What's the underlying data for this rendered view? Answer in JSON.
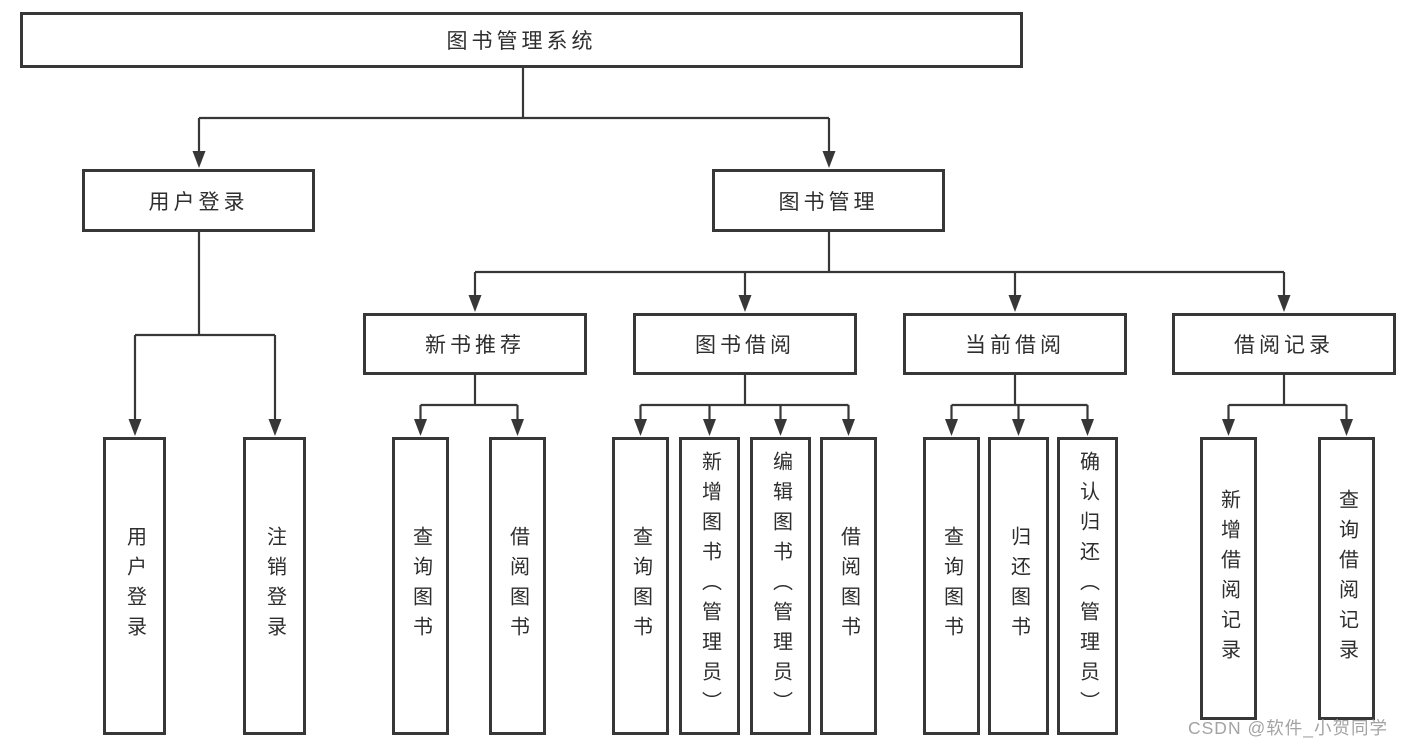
{
  "colors": {
    "line": "#373737",
    "text": "#2e2e2e",
    "background": "#ffffff",
    "watermark": "#a3a3a3"
  },
  "watermark": "CSDN @软件_小贺同学",
  "tree": {
    "root": {
      "label": "图书管理系统",
      "children": [
        {
          "label": "用户登录",
          "children": [
            {
              "label": "用户登录"
            },
            {
              "label": "注销登录"
            }
          ]
        },
        {
          "label": "图书管理",
          "children": [
            {
              "label": "新书推荐",
              "children": [
                {
                  "label": "查询图书"
                },
                {
                  "label": "借阅图书"
                }
              ]
            },
            {
              "label": "图书借阅",
              "children": [
                {
                  "label": "查询图书"
                },
                {
                  "label": "新增图书（管理员）"
                },
                {
                  "label": "编辑图书（管理员）"
                },
                {
                  "label": "借阅图书"
                }
              ]
            },
            {
              "label": "当前借阅",
              "children": [
                {
                  "label": "查询图书"
                },
                {
                  "label": "归还图书"
                },
                {
                  "label": "确认归还（管理员）"
                }
              ]
            },
            {
              "label": "借阅记录",
              "children": [
                {
                  "label": "新增借阅记录"
                },
                {
                  "label": "查询借阅记录"
                }
              ]
            }
          ]
        }
      ]
    }
  }
}
